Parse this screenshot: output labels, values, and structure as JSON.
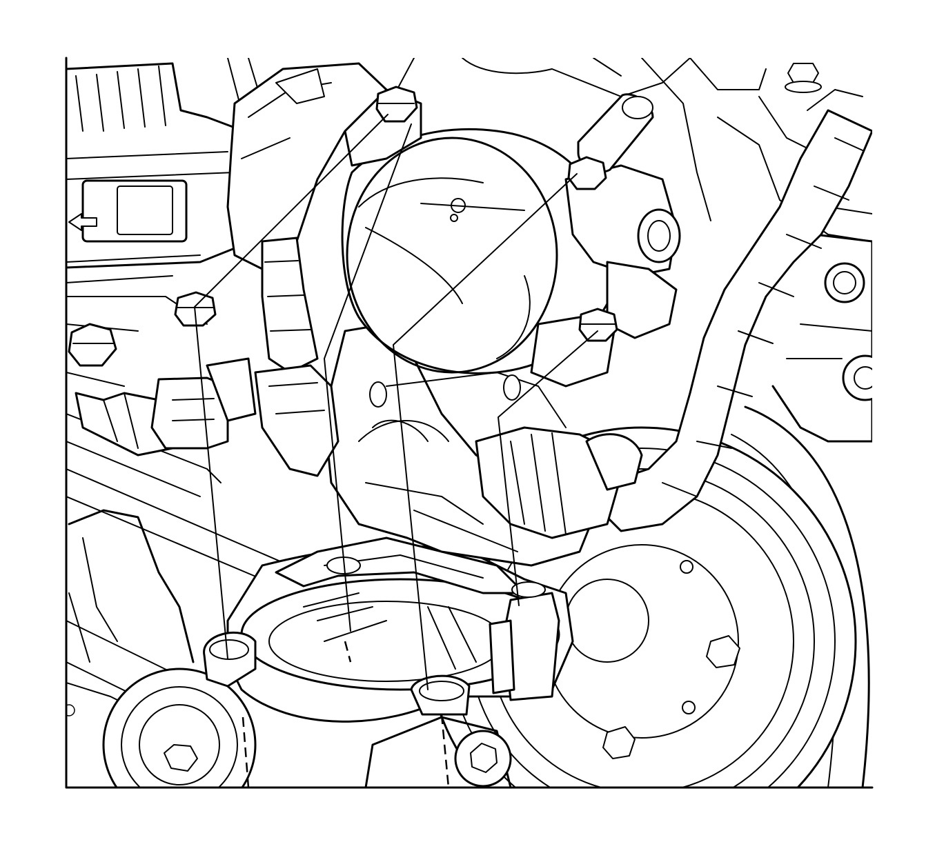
{
  "diagram": {
    "kind": "line-art service illustration",
    "subject": "throttle-body-and-gasket-installation",
    "line_color": "#000000",
    "background_color": "#ffffff",
    "parts": [
      {
        "name": "throttle-body",
        "shown": true
      },
      {
        "name": "throttle-body-gasket",
        "shown": true
      },
      {
        "name": "throttle-body-bolts",
        "count": 3
      },
      {
        "name": "throttle-body-stud",
        "count": 1
      },
      {
        "name": "intake-manifold-flange",
        "shown": true
      },
      {
        "name": "electrical-connector",
        "shown": true
      },
      {
        "name": "wiring-harness",
        "shown": true
      },
      {
        "name": "crankshaft-balancer-pulley",
        "shown": true
      },
      {
        "name": "drive-belt",
        "shown": true
      }
    ],
    "alignment_lines": 4,
    "arrow_icon": "arrow-left-icon"
  }
}
